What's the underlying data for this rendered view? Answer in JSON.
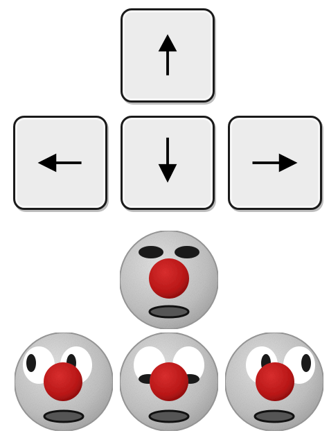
{
  "title": "",
  "keys": [
    {
      "id": "up",
      "icon": "arrow-up-icon"
    },
    {
      "id": "left",
      "icon": "arrow-left-icon"
    },
    {
      "id": "down",
      "icon": "arrow-down-icon"
    },
    {
      "id": "right",
      "icon": "arrow-right-icon"
    }
  ],
  "faces": [
    {
      "id": "top",
      "gaze": "neutral"
    },
    {
      "id": "left",
      "gaze": "left"
    },
    {
      "id": "middle",
      "gaze": "down"
    },
    {
      "id": "right",
      "gaze": "right"
    }
  ],
  "colors": {
    "key_fill": "#ececec",
    "key_border": "#1a1a1a",
    "arrow": "#000000",
    "face": "#c9c9c9",
    "nose": "#c41a1a",
    "eye_white": "#ffffff",
    "pupil": "#1a1a1a",
    "mouth": "#555555"
  }
}
